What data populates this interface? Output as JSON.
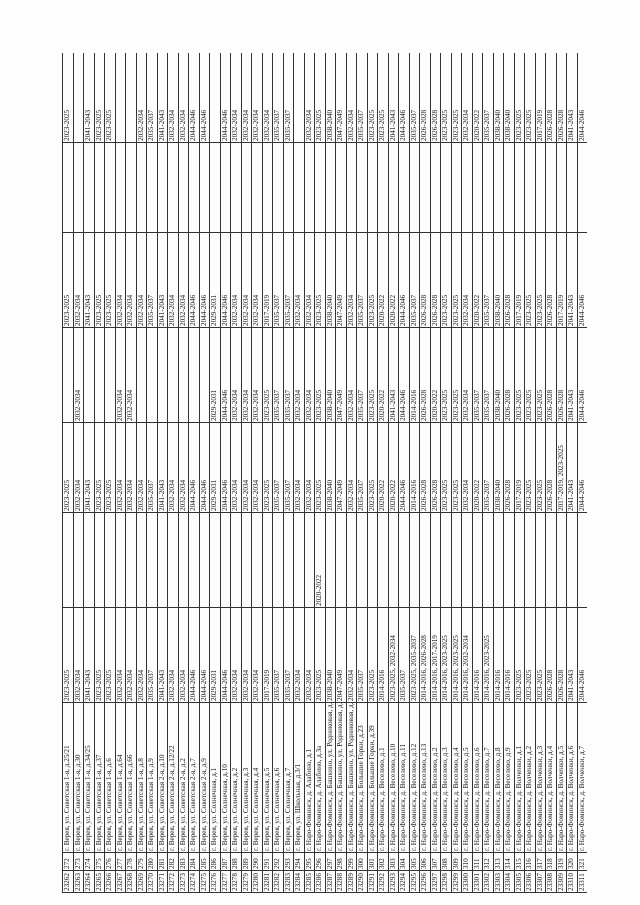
{
  "table": {
    "rows": [
      [
        "23262",
        "272",
        "г. Верея, ул. Советская 1-я, д.25/21",
        "2023-2025",
        "",
        "2023-2025",
        "",
        "2023-2025",
        "",
        "2023-2025"
      ],
      [
        "23263",
        "273",
        "г. Верея, ул. Советская 1-я, д.30",
        "2032-2034",
        "",
        "2032-2034",
        "2032-2034",
        "2032-2034",
        "",
        ""
      ],
      [
        "23264",
        "274",
        "г. Верея, ул. Советская 1-я, д.34/25",
        "2041-2043",
        "",
        "2041-2043",
        "",
        "2041-2043",
        "",
        "2041-2043"
      ],
      [
        "23265",
        "275",
        "г. Верея, ул. Советская 1-я, д.37",
        "2023-2025",
        "",
        "2023-2025",
        "",
        "2023-2025",
        "",
        "2023-2025"
      ],
      [
        "23266",
        "276",
        "г. Верея, ул. Советская 1-я, д.6",
        "2023-2025",
        "",
        "2023-2025",
        "",
        "2023-2025",
        "",
        "2023-2025"
      ],
      [
        "23267",
        "277",
        "г. Верея, ул. Советская 1-я, д.64",
        "2032-2034",
        "",
        "2032-2034",
        "2032-2034",
        "2032-2034",
        "",
        ""
      ],
      [
        "23268",
        "278",
        "г. Верея, ул. Советская 1-я, д.66",
        "2032-2034",
        "",
        "2032-2034",
        "2032-2034",
        "2032-2034",
        "",
        ""
      ],
      [
        "23269",
        "279",
        "г. Верея, ул. Советская 1-я, д.8",
        "2032-2034",
        "",
        "2032-2034",
        "",
        "2032-2034",
        "",
        "2032-2034"
      ],
      [
        "23270",
        "280",
        "г. Верея, ул. Советская 1-я, д.9",
        "2035-2037",
        "",
        "2035-2037",
        "",
        "2035-2037",
        "",
        "2035-2037"
      ],
      [
        "23271",
        "281",
        "г. Верея, ул. Советская 2-я, д.10",
        "2041-2043",
        "",
        "2041-2043",
        "",
        "2041-2043",
        "",
        "2041-2043"
      ],
      [
        "23272",
        "282",
        "г. Верея, ул. Советская 2-я, д.12/22",
        "2032-2034",
        "",
        "2032-2034",
        "",
        "2032-2034",
        "",
        "2032-2034"
      ],
      [
        "23273",
        "283",
        "г. Верея, ул. Советская 2-я, д.2",
        "2032-2034",
        "",
        "2032-2034",
        "",
        "2032-2034",
        "",
        "2032-2034"
      ],
      [
        "23274",
        "284",
        "г. Верея, ул. Советская 2-я, д.7",
        "2044-2046",
        "",
        "2044-2046",
        "",
        "2044-2046",
        "",
        "2044-2046"
      ],
      [
        "23275",
        "285",
        "г. Верея, ул. Советская 2-я, д.9",
        "2044-2046",
        "",
        "2044-2046",
        "",
        "2044-2046",
        "",
        "2044-2046"
      ],
      [
        "23276",
        "286",
        "г. Верея, ул. Солнечная, д.1",
        "2029-2031",
        "",
        "2029-2031",
        "2029-2031",
        "2029-2031",
        "",
        ""
      ],
      [
        "23277",
        "287",
        "г. Верея, ул. Солнечная, д.10",
        "2044-2046",
        "",
        "2044-2046",
        "2044-2046",
        "2044-2046",
        "",
        "2044-2046"
      ],
      [
        "23278",
        "288",
        "г. Верея, ул. Солнечная, д.2",
        "2032-2034",
        "",
        "2032-2034",
        "2032-2034",
        "2032-2034",
        "",
        "2032-2034"
      ],
      [
        "23279",
        "289",
        "г. Верея, ул. Солнечная, д.3",
        "2032-2034",
        "",
        "2032-2034",
        "2032-2034",
        "2032-2034",
        "",
        "2032-2034"
      ],
      [
        "23280",
        "290",
        "г. Верея, ул. Солнечная, д.4",
        "2032-2034",
        "",
        "2032-2034",
        "2032-2034",
        "2032-2034",
        "",
        "2032-2034"
      ],
      [
        "23281",
        "291",
        "г. Верея, ул. Солнечная, д.5",
        "2017-2019",
        "",
        "2023-2025",
        "2023-2025",
        "2017-2019",
        "",
        "2032-2034"
      ],
      [
        "23282",
        "292",
        "г. Верея, ул. Солнечная, д.6",
        "2035-2037",
        "",
        "2035-2037",
        "2035-2037",
        "2035-2037",
        "",
        "2035-2037"
      ],
      [
        "23283",
        "293",
        "г. Верея, ул. Солнечная, д.7",
        "2035-2037",
        "",
        "2035-2037",
        "2035-2037",
        "2035-2037",
        "",
        "2035-2037"
      ],
      [
        "23284",
        "294",
        "г. Верея, ул. Школьная, д.3/1",
        "2032-2034",
        "",
        "2032-2034",
        "2032-2034",
        "2032-2034",
        "",
        ""
      ],
      [
        "23285",
        "295",
        "г. Наро-Фоминск, д. Алабино, д.1",
        "2032-2034",
        "",
        "2032-2034",
        "2032-2034",
        "2032-2034",
        "",
        "2032-2034"
      ],
      [
        "23286",
        "296",
        "г. Наро-Фоминск, д. Алабино, д.3а",
        "2023-2025",
        "2020-2022",
        "2023-2025",
        "2023-2025",
        "2023-2025",
        "",
        "2023-2025"
      ],
      [
        "23287",
        "297",
        "г. Наро-Фоминск, д. Башкино, ул. Родниковая, д.18",
        "2038-2040",
        "",
        "2038-2040",
        "2038-2040",
        "2038-2040",
        "",
        "2038-2040"
      ],
      [
        "23288",
        "298",
        "г. Наро-Фоминск, д. Башкино, ул. Родниковая, д.19",
        "2047-2049",
        "",
        "2047-2049",
        "2047-2049",
        "2047-2049",
        "",
        "2047-2049"
      ],
      [
        "23289",
        "299",
        "г. Наро-Фоминск, д. Башкино, ул. Родниковая, д.20",
        "2032-2034",
        "",
        "2032-2034",
        "2032-2034",
        "2032-2034",
        "",
        "2032-2034"
      ],
      [
        "23290",
        "300",
        "г. Наро-Фоминск, д. Большие Горки, д.23",
        "2035-2037",
        "",
        "2035-2037",
        "2035-2037",
        "2035-2037",
        "",
        "2035-2037"
      ],
      [
        "23291",
        "301",
        "г. Наро-Фоминск, д. Большие Горки, д.39",
        "2023-2025",
        "",
        "2023-2025",
        "2023-2025",
        "2023-2025",
        "",
        "2023-2025"
      ],
      [
        "23292",
        "302",
        "г. Наро-Фоминск, д. Веселево, д.1",
        "2014-2016",
        "",
        "2020-2022",
        "2020-2022",
        "2020-2022",
        "",
        "2023-2025"
      ],
      [
        "23293",
        "303",
        "г. Наро-Фоминск, д. Веселево, д.10",
        "2023-2025, 2032-2034",
        "",
        "2020-2022",
        "2041-2043",
        "2020-2022",
        "",
        "2041-2043"
      ],
      [
        "23294",
        "304",
        "г. Наро-Фоминск, д. Веселево, д.11",
        "2035-2037",
        "",
        "2044-2046",
        "2044-2046",
        "2044-2046",
        "",
        "2044-2046"
      ],
      [
        "23295",
        "305",
        "г. Наро-Фоминск, д. Веселево, д.12",
        "2023-2025, 2035-2037",
        "",
        "2014-2016",
        "2014-2016",
        "2035-2037",
        "",
        "2035-2037"
      ],
      [
        "23296",
        "306",
        "г. Наро-Фоминск, д. Веселево, д.13",
        "2014-2016, 2026-2028",
        "",
        "2026-2028",
        "2026-2028",
        "2026-2028",
        "",
        "2026-2028"
      ],
      [
        "23297",
        "307",
        "г. Наро-Фоминск, д. Веселево, д.2",
        "2014-2016, 2017-2019",
        "",
        "2026-2028",
        "2020-2022",
        "2026-2028",
        "",
        "2026-2028"
      ],
      [
        "23298",
        "308",
        "г. Наро-Фоминск, д. Веселево, д.3",
        "2014-2016, 2023-2025",
        "",
        "2023-2025",
        "2023-2025",
        "2023-2025",
        "",
        "2023-2025"
      ],
      [
        "23299",
        "309",
        "г. Наро-Фоминск, д. Веселево, д.4",
        "2014-2016, 2023-2025",
        "",
        "2023-2025",
        "2023-2025",
        "2023-2025",
        "",
        "2023-2025"
      ],
      [
        "23300",
        "310",
        "г. Наро-Фоминск, д. Веселево, д.5",
        "2014-2016, 2032-2034",
        "",
        "2032-2034",
        "2032-2034",
        "2032-2034",
        "",
        "2032-2034"
      ],
      [
        "23301",
        "311",
        "г. Наро-Фоминск, д. Веселево, д.6",
        "2014-2016",
        "",
        "2020-2022",
        "2035-2037",
        "2020-2022",
        "",
        "2020-2022"
      ],
      [
        "23302",
        "312",
        "г. Наро-Фоминск, д. Веселево, д.7",
        "2014-2016, 2023-2025",
        "",
        "2035-2037",
        "2035-2037",
        "2035-2037",
        "",
        "2035-2037"
      ],
      [
        "23303",
        "313",
        "г. Наро-Фоминск, д. Веселево, д.8",
        "2014-2016",
        "",
        "2038-2040",
        "2038-2040",
        "2038-2040",
        "",
        "2038-2040"
      ],
      [
        "23304",
        "314",
        "г. Наро-Фоминск, д. Веселево, д.9",
        "2014-2016",
        "",
        "2026-2028",
        "2026-2028",
        "2026-2028",
        "",
        "2038-2040"
      ],
      [
        "23305",
        "315",
        "г. Наро-Фоминск, д. Волченки, д.1",
        "2023-2025",
        "",
        "2017-2019",
        "2023-2025",
        "2017-2019",
        "",
        "2023-2025"
      ],
      [
        "23306",
        "316",
        "г. Наро-Фоминск, д. Волченки, д.2",
        "2023-2025",
        "",
        "2023-2025",
        "2023-2025",
        "2023-2025",
        "",
        "2023-2025"
      ],
      [
        "23307",
        "317",
        "г. Наро-Фоминск, д. Волченки, д.3",
        "2023-2025",
        "",
        "2023-2025",
        "2023-2025",
        "2023-2025",
        "",
        "2017-2019"
      ],
      [
        "23308",
        "318",
        "г. Наро-Фоминск, д. Волченки, д.4",
        "2026-2028",
        "",
        "2026-2028",
        "2026-2028",
        "2026-2028",
        "",
        "2026-2028"
      ],
      [
        "23309",
        "319",
        "г. Наро-Фоминск, д. Волченки, д.5",
        "2026-2028",
        "",
        "2017-2019, 2023-2025",
        "2026-2028",
        "2017-2019",
        "",
        "2026-2028"
      ],
      [
        "23310",
        "320",
        "г. Наро-Фоминск, д. Волченки, д.6",
        "2041-2043",
        "",
        "2041-2043",
        "2041-2043",
        "2041-2043",
        "",
        "2041-2043"
      ],
      [
        "23311",
        "321",
        "г. Наро-Фоминск, д. Волченки, д.7",
        "2044-2046",
        "",
        "2044-2046",
        "2044-2046",
        "2044-2046",
        "",
        "2044-2046"
      ]
    ]
  }
}
